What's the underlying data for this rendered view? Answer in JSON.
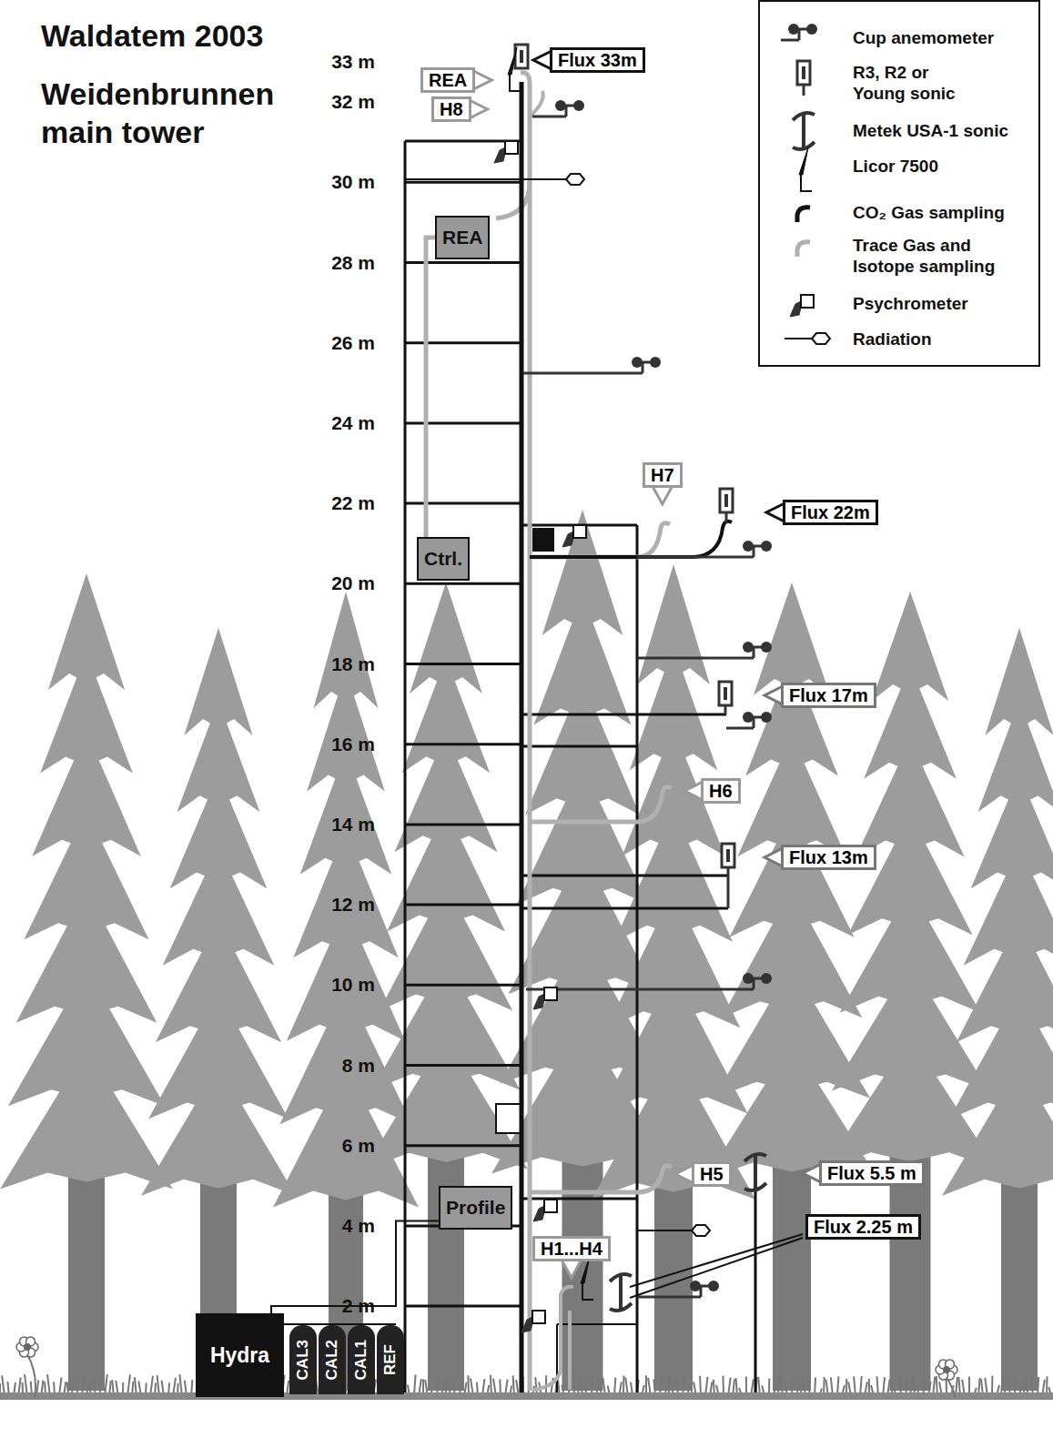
{
  "diagram": {
    "title": "Waldatem 2003",
    "nodes": [
      {
        "text": [
          "REA"
        ]
      },
      {
        "text": [
          "H8"
        ]
      },
      {
        "text": [
          "Flux 33m"
        ]
      },
      {
        "text": [
          "REA"
        ]
      },
      {
        "text": [
          "Ctrl."
        ]
      },
      {
        "text": [
          "H7"
        ]
      },
      {
        "text": [
          "Flux 22m"
        ]
      },
      {
        "text": [
          "Flux 17m"
        ]
      },
      {
        "text": [
          "H6"
        ]
      },
      {
        "text": [
          "Flux 13m"
        ]
      },
      {
        "text": [
          "Profile"
        ]
      },
      {
        "text": [
          "H5"
        ]
      },
      {
        "text": [
          "Flux 5.5 m"
        ]
      },
      {
        "text": [
          "Flux 2.25 m"
        ]
      },
      {
        "text": [
          "H1...H4"
        ]
      },
      {
        "text": [
          "Hydra"
        ]
      },
      {
        "text": [
          "CAL3"
        ]
      },
      {
        "text": [
          "CAL2"
        ]
      },
      {
        "text": [
          "CAL1"
        ]
      },
      {
        "text": [
          "REF"
        ]
      }
    ],
    "edges": [
      {
        "from": 3,
        "to": 4,
        "arrow": "none"
      },
      {
        "from": 10,
        "to": 15,
        "arrow": "none"
      }
    ],
    "labels": [
      "Weidenbrunnen main tower",
      "33 m",
      "32 m",
      "30 m",
      "28 m",
      "26 m",
      "24 m",
      "22 m",
      "20 m",
      "18 m",
      "16 m",
      "14 m",
      "12 m",
      "10 m",
      "8 m",
      "6 m",
      "4 m",
      "2 m"
    ],
    "legend": [
      {
        "text": "Cup anemometer"
      },
      {
        "text": "R3, R2 or Young sonic"
      },
      {
        "text": "Metek USA-1 sonic"
      },
      {
        "text": "Licor 7500"
      },
      {
        "text": "CO₂ Gas sampling"
      },
      {
        "text": "Trace Gas and Isotope sampling"
      },
      {
        "text": "Psychrometer"
      },
      {
        "text": "Radiation"
      }
    ]
  }
}
